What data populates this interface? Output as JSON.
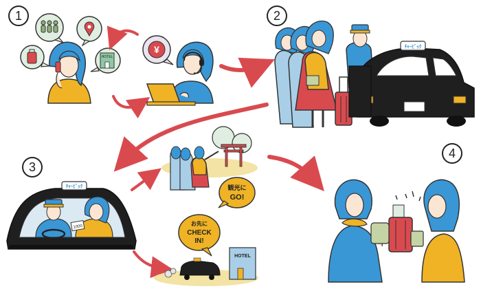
{
  "steps": {
    "s1": "1",
    "s2": "2",
    "s3": "3",
    "s4": "4"
  },
  "bubbles": {
    "yen": "¥",
    "hotel": "HOTEL"
  },
  "taxi": {
    "roof_sign": "ﾁｬｰﾋﾞｯｸ",
    "ticket": "1000"
  },
  "speech": {
    "sightseeing_line1": "観光に",
    "sightseeing_line2": "GO!",
    "checkin_line1": "お先に",
    "checkin_line2": "CHECK",
    "checkin_line3": "IN!"
  },
  "building": {
    "sign": "HOTEL"
  },
  "colors": {
    "blue": "#3a97d6",
    "yellow": "#f0b326",
    "red": "#d94a4f",
    "lightblue": "#a9cfe8",
    "green": "#c4d4a4",
    "black": "#1f1f1f"
  }
}
